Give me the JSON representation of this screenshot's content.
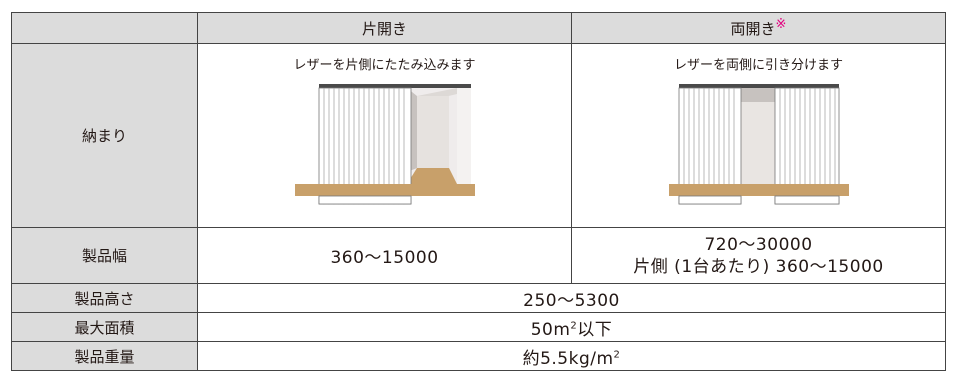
{
  "table": {
    "header": {
      "single_open": "片開き",
      "double_open": "両開き",
      "double_open_mark": "※"
    },
    "rows": {
      "storage": {
        "label": "納まり",
        "single_caption": "レザーを片側にたたみ込みます",
        "double_caption": "レザーを両側に引き分けます"
      },
      "width": {
        "label": "製品幅",
        "single_value": "360～15000",
        "double_value_line1": "720～30000",
        "double_value_line2": "片側 (1台あたり) 360～15000"
      },
      "height": {
        "label": "製品高さ",
        "value": "250～5300"
      },
      "max_area": {
        "label": "最大面積",
        "value_prefix": "50m",
        "value_sup": "2",
        "value_suffix": "以下"
      },
      "weight": {
        "label": "製品重量",
        "value_prefix": "約5.5kg/m",
        "value_sup": "2"
      }
    }
  },
  "colors": {
    "header_bg": "#dcdcdc",
    "border": "#444444",
    "floor": "#c8a06a",
    "mark": "#e2007f"
  }
}
